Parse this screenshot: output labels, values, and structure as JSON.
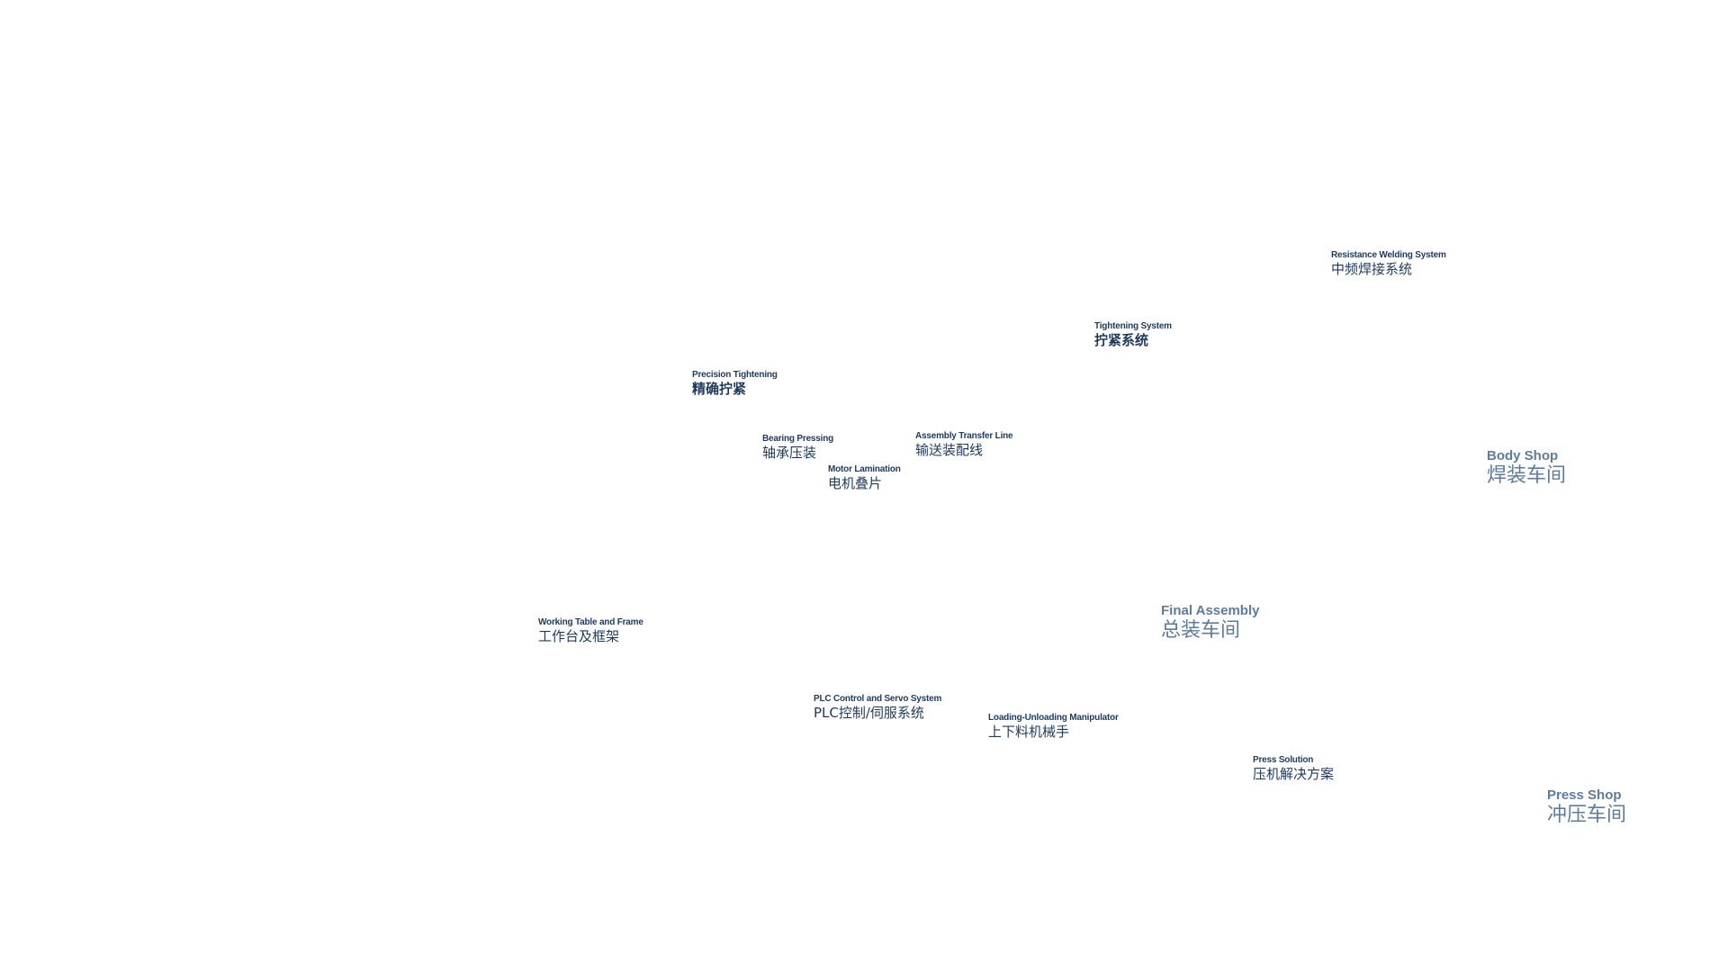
{
  "hotspots": {
    "resistance_welding": {
      "en": "Resistance Welding System",
      "zh": "中频焊接系统"
    },
    "tightening_system": {
      "en": "Tightening System",
      "zh": "拧紧系统"
    },
    "precision_tightening": {
      "en": "Precision Tightening",
      "zh": "精确拧紧"
    },
    "bearing_pressing": {
      "en": "Bearing Pressing",
      "zh": "轴承压装"
    },
    "assembly_transfer_line": {
      "en": "Assembly Transfer Line",
      "zh": "输送装配线"
    },
    "motor_lamination": {
      "en": "Motor Lamination",
      "zh": "电机叠片"
    },
    "working_table": {
      "en": "Working Table and Frame",
      "zh": "工作台及框架"
    },
    "plc_control": {
      "en": "PLC Control and Servo System",
      "zh": "PLC控制/伺服系统"
    },
    "loading_unloading": {
      "en": "Loading-Unloading Manipulator",
      "zh": "上下料机械手"
    },
    "press_solution": {
      "en": "Press Solution",
      "zh": "压机解决方案"
    }
  },
  "areas": {
    "body_shop": {
      "en": "Body Shop",
      "zh": "焊装车间"
    },
    "final_assembly": {
      "en": "Final Assembly",
      "zh": "总装车间"
    },
    "press_shop": {
      "en": "Press Shop",
      "zh": "冲压车间"
    }
  },
  "colors": {
    "hotspot_text": "#1f3a5c",
    "area_text": "#5d7c9e",
    "background": "#ffffff"
  }
}
